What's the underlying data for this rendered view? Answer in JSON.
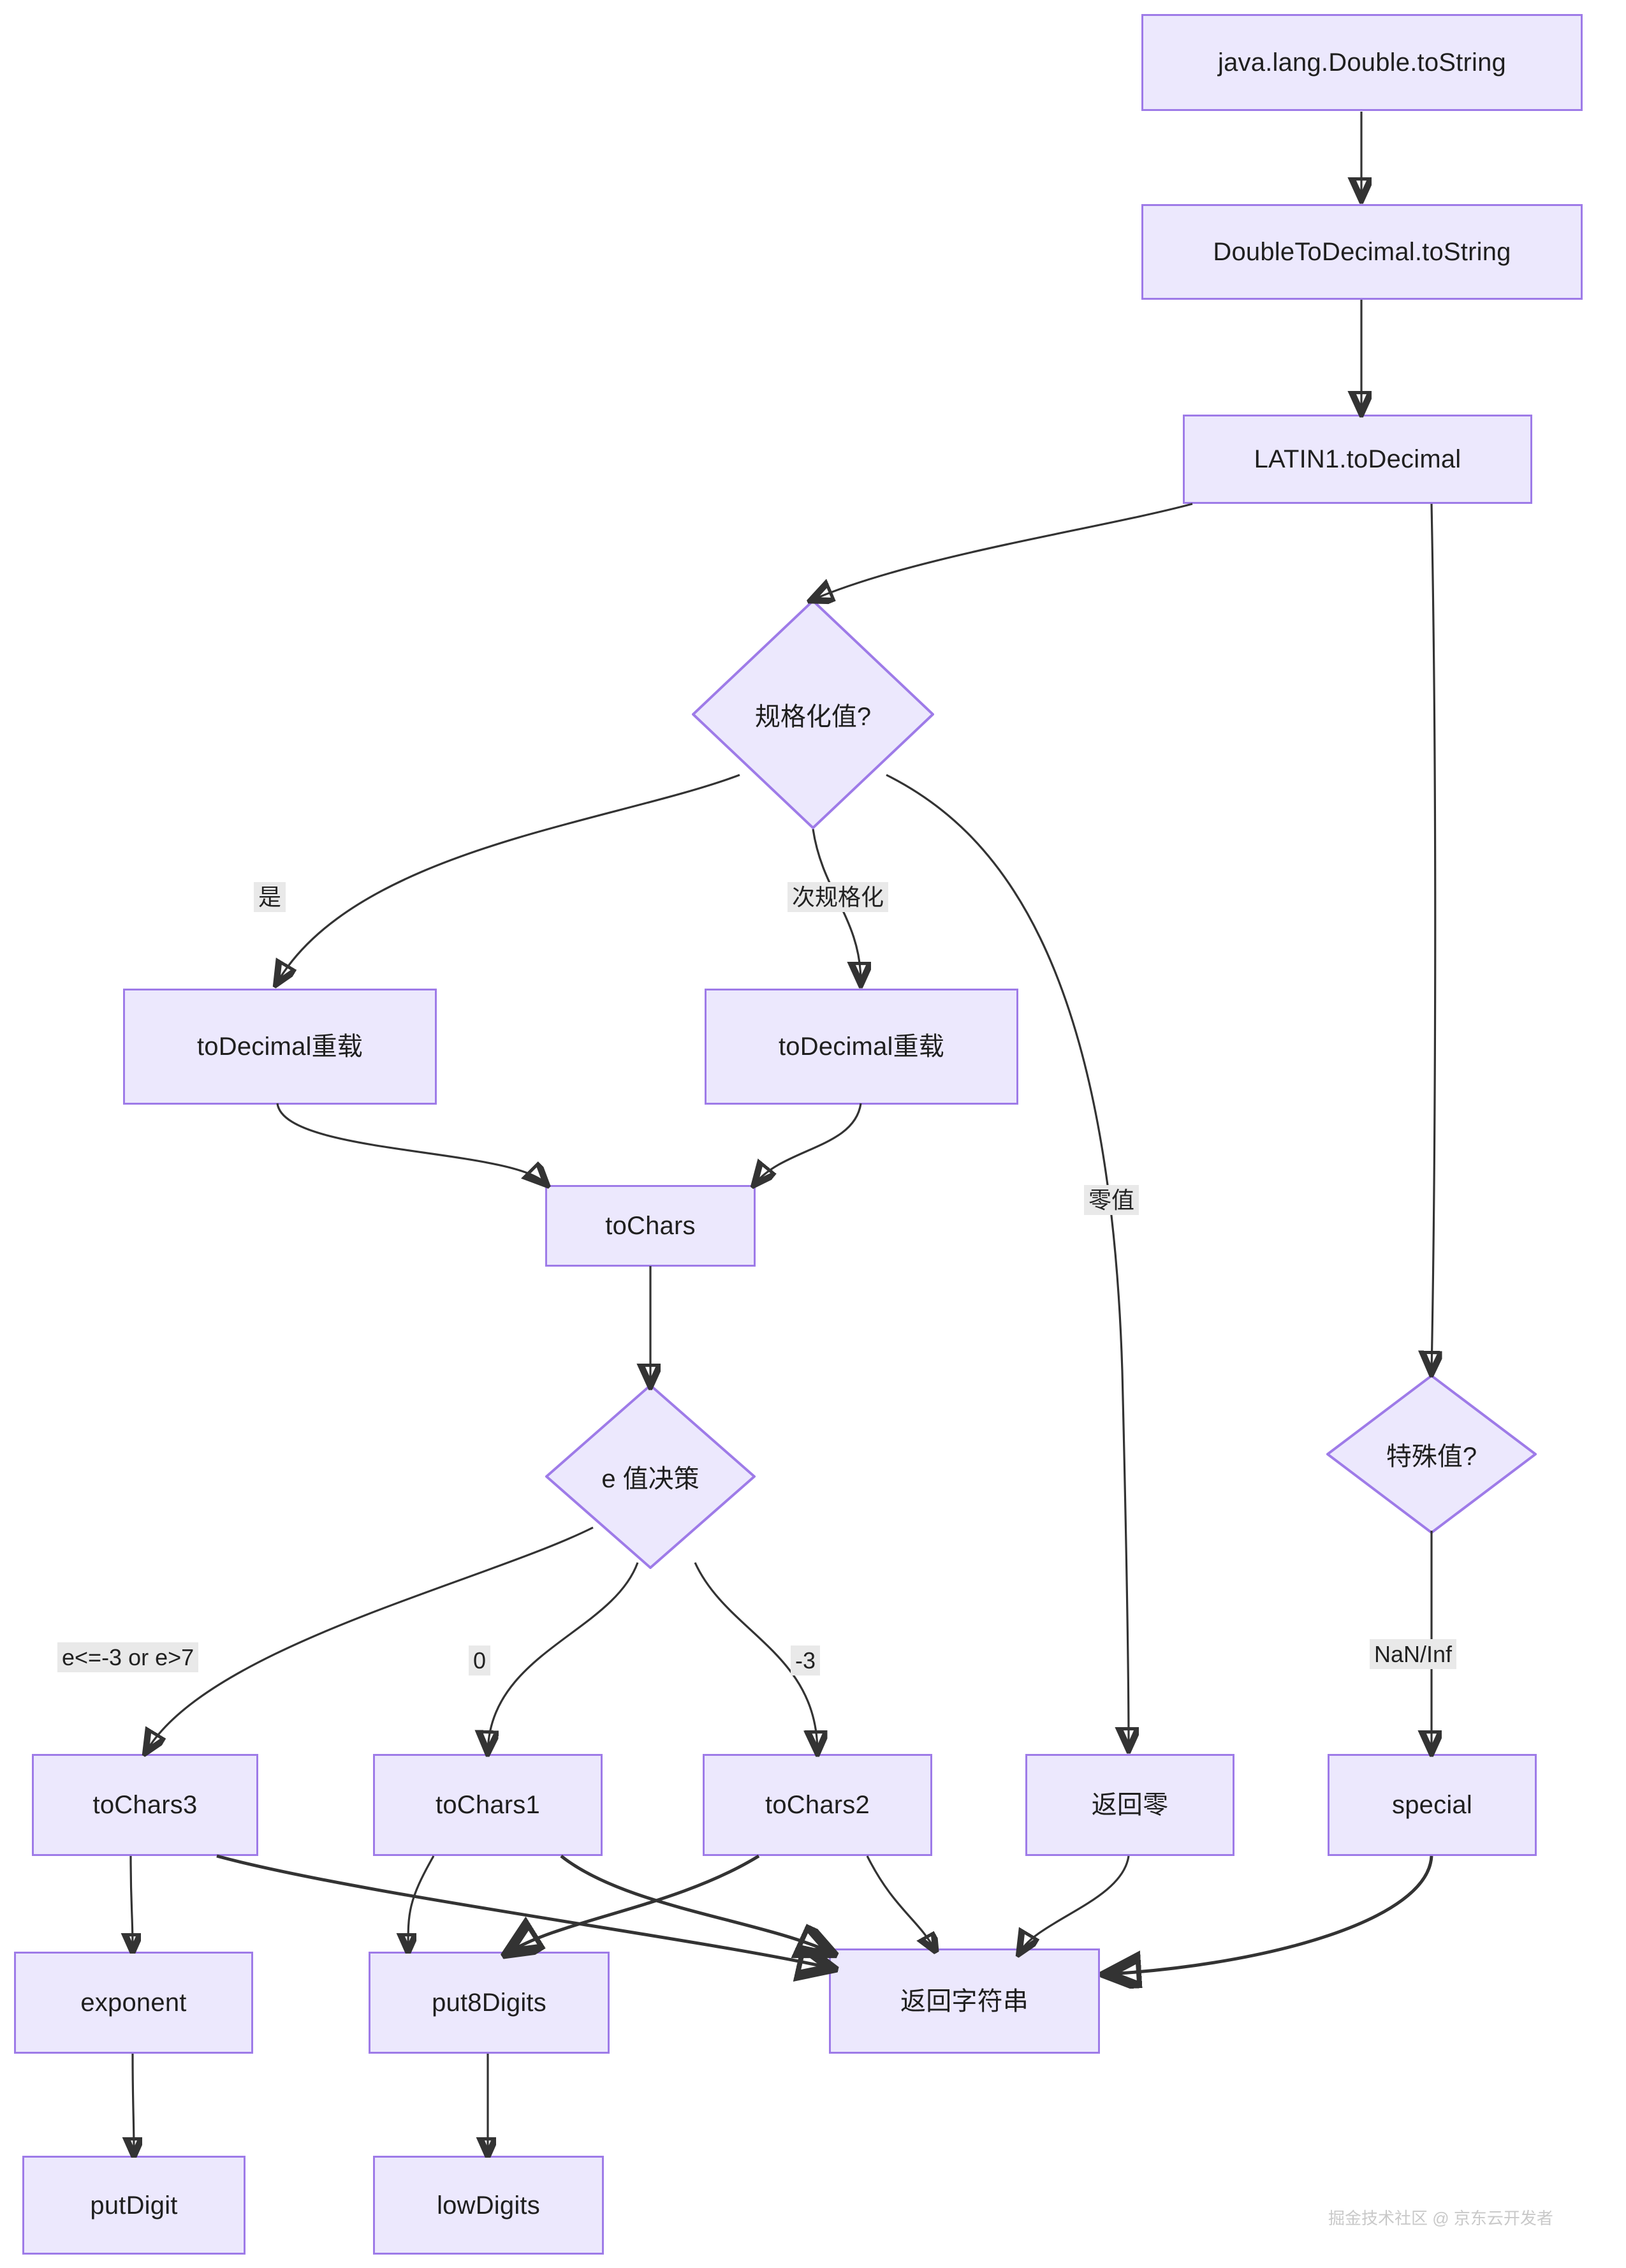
{
  "diagram": {
    "type": "flowchart",
    "direction": "top-down",
    "title_node": "java.lang.Double.toString",
    "theme": {
      "node_fill": "#ECE8FD",
      "node_border": "#9E7BE8",
      "edge_color": "#333333",
      "edge_label_bg": "#E9E9E9",
      "background": "#FFFFFF",
      "text_color": "#1F1F1F"
    },
    "nodes": [
      {
        "id": "n_double_tostring",
        "label": "java.lang.Double.toString",
        "shape": "rect"
      },
      {
        "id": "n_dtd_tostring",
        "label": "DoubleToDecimal.toString",
        "shape": "rect"
      },
      {
        "id": "n_latin1",
        "label": "LATIN1.toDecimal",
        "shape": "rect"
      },
      {
        "id": "n_normalized_q",
        "label": "规格化值?",
        "shape": "diamond"
      },
      {
        "id": "n_todecimal_ovl_1",
        "label": "toDecimal重载",
        "shape": "rect"
      },
      {
        "id": "n_todecimal_ovl_2",
        "label": "toDecimal重载",
        "shape": "rect"
      },
      {
        "id": "n_tochars",
        "label": "toChars",
        "shape": "rect"
      },
      {
        "id": "n_e_decision",
        "label": "e 值决策",
        "shape": "diamond"
      },
      {
        "id": "n_special_q",
        "label": "特殊值?",
        "shape": "diamond"
      },
      {
        "id": "n_tochars3",
        "label": "toChars3",
        "shape": "rect"
      },
      {
        "id": "n_tochars1",
        "label": "toChars1",
        "shape": "rect"
      },
      {
        "id": "n_tochars2",
        "label": "toChars2",
        "shape": "rect"
      },
      {
        "id": "n_return_zero",
        "label": "返回零",
        "shape": "rect"
      },
      {
        "id": "n_special",
        "label": "special",
        "shape": "rect"
      },
      {
        "id": "n_exponent",
        "label": "exponent",
        "shape": "rect"
      },
      {
        "id": "n_put8digits",
        "label": "put8Digits",
        "shape": "rect"
      },
      {
        "id": "n_return_string",
        "label": "返回字符串",
        "shape": "rect"
      },
      {
        "id": "n_putdigit",
        "label": "putDigit",
        "shape": "rect"
      },
      {
        "id": "n_lowdigits",
        "label": "lowDigits",
        "shape": "rect"
      }
    ],
    "edges": [
      {
        "from": "n_double_tostring",
        "to": "n_dtd_tostring",
        "label": ""
      },
      {
        "from": "n_dtd_tostring",
        "to": "n_latin1",
        "label": ""
      },
      {
        "from": "n_latin1",
        "to": "n_normalized_q",
        "label": ""
      },
      {
        "from": "n_latin1",
        "to": "n_special_q",
        "label": ""
      },
      {
        "from": "n_normalized_q",
        "to": "n_todecimal_ovl_1",
        "label": "是"
      },
      {
        "from": "n_normalized_q",
        "to": "n_todecimal_ovl_2",
        "label": "次规格化"
      },
      {
        "from": "n_normalized_q",
        "to": "n_return_zero",
        "label": "零值"
      },
      {
        "from": "n_todecimal_ovl_1",
        "to": "n_tochars",
        "label": ""
      },
      {
        "from": "n_todecimal_ovl_2",
        "to": "n_tochars",
        "label": ""
      },
      {
        "from": "n_tochars",
        "to": "n_e_decision",
        "label": ""
      },
      {
        "from": "n_e_decision",
        "to": "n_tochars3",
        "label": "e<=-3 or e>7"
      },
      {
        "from": "n_e_decision",
        "to": "n_tochars1",
        "label": "0"
      },
      {
        "from": "n_e_decision",
        "to": "n_tochars2",
        "label": "-3"
      },
      {
        "from": "n_special_q",
        "to": "n_special",
        "label": "NaN/Inf"
      },
      {
        "from": "n_tochars3",
        "to": "n_exponent",
        "label": ""
      },
      {
        "from": "n_tochars3",
        "to": "n_return_string",
        "label": ""
      },
      {
        "from": "n_tochars1",
        "to": "n_put8digits",
        "label": ""
      },
      {
        "from": "n_tochars1",
        "to": "n_return_string",
        "label": ""
      },
      {
        "from": "n_tochars2",
        "to": "n_put8digits",
        "label": ""
      },
      {
        "from": "n_tochars2",
        "to": "n_return_string",
        "label": ""
      },
      {
        "from": "n_return_zero",
        "to": "n_return_string",
        "label": ""
      },
      {
        "from": "n_special",
        "to": "n_return_string",
        "label": ""
      },
      {
        "from": "n_exponent",
        "to": "n_putdigit",
        "label": ""
      },
      {
        "from": "n_put8digits",
        "to": "n_lowdigits",
        "label": ""
      }
    ],
    "edge_labels": [
      {
        "id": "lbl_yes",
        "text": "是"
      },
      {
        "id": "lbl_subnormal",
        "text": "次规格化"
      },
      {
        "id": "lbl_zero",
        "text": "零值"
      },
      {
        "id": "lbl_e_range",
        "text": "e<=-3 or e>7"
      },
      {
        "id": "lbl_zero_e",
        "text": "0"
      },
      {
        "id": "lbl_minus3",
        "text": "-3"
      },
      {
        "id": "lbl_naninf",
        "text": "NaN/Inf"
      }
    ]
  },
  "watermark": {
    "text": "掘金技术社区 @ 京东云开发者"
  }
}
